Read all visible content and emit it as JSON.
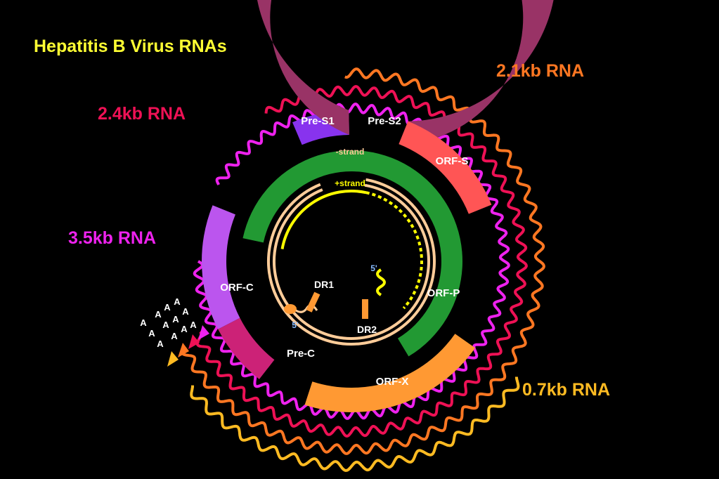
{
  "title": "Hepatitis B Virus RNAs",
  "colors": {
    "background": "#000000",
    "title": "#ffff33",
    "rna_2_1kb": "#ff7722",
    "rna_2_4kb": "#ee1155",
    "rna_3_5kb": "#ee22ee",
    "rna_0_7kb": "#ffbb22",
    "green": "#229933",
    "pre_s1": "#8833ee",
    "pre_s2": "#993366",
    "orf_s": "#ff5555",
    "orf_c": "#bb55ee",
    "pre_c": "#cc2277",
    "orf_x": "#ff9933",
    "minus_strand": "#ffcc99",
    "plus_strand": "#ffff00",
    "dr": "#ff9933",
    "five_prime": "#88bbff"
  },
  "rnas": [
    {
      "key": "rna_2_1kb",
      "label": "2.1kb RNA"
    },
    {
      "key": "rna_2_4kb",
      "label": "2.4kb RNA"
    },
    {
      "key": "rna_3_5kb",
      "label": "3.5kb RNA"
    },
    {
      "key": "rna_0_7kb",
      "label": "0.7kb RNA"
    }
  ],
  "orfs": {
    "pre_s1": "Pre-S1",
    "pre_s2": "Pre-S2",
    "orf_s": "ORF-S",
    "orf_c": "ORF-C",
    "pre_c": "Pre-C",
    "orf_p": "ORF-P",
    "orf_x": "ORF-X"
  },
  "strands": {
    "minus": "-strand",
    "plus": "+strand"
  },
  "elements": {
    "dr1": "DR1",
    "dr2": "DR2",
    "five_prime": "5'",
    "polya": "A"
  }
}
